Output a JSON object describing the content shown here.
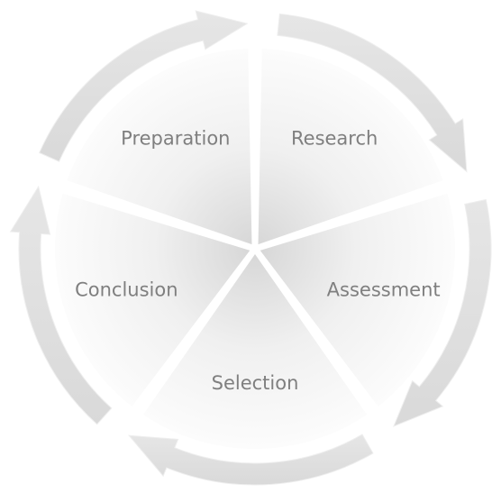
{
  "diagram": {
    "type": "cycle",
    "colors": {
      "arrow": "#dedede",
      "arrow_edge": "#eeeeee",
      "segment": "#e8e8e8",
      "label": "#7f7f7f"
    },
    "segments": [
      {
        "label": "Preparation"
      },
      {
        "label": "Research"
      },
      {
        "label": "Assessment"
      },
      {
        "label": "Selection"
      },
      {
        "label": "Conclusion"
      }
    ]
  }
}
